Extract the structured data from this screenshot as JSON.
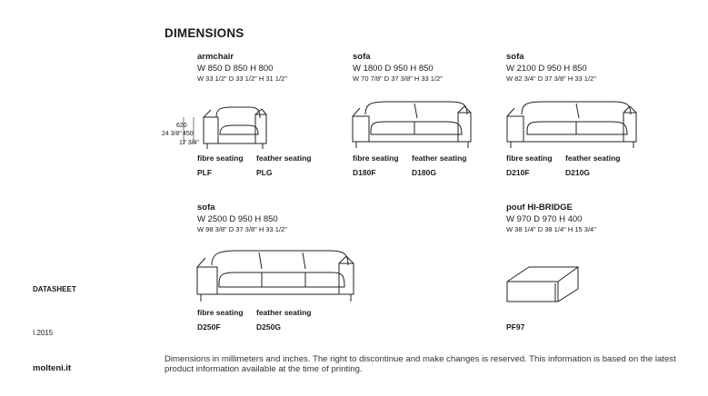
{
  "page_title": "DIMENSIONS",
  "sidebar": {
    "datasheet": "DATASHEET",
    "date": "I.2015",
    "brand": "molteni.it"
  },
  "labels": {
    "fibre": "fibre seating",
    "feather": "feather seating"
  },
  "products": {
    "armchair": {
      "name": "armchair",
      "mm": "W 850 D 850 H 800",
      "inch": "W 33 1/2\" D 33 1/2\" H 31 1/2\"",
      "code_fibre": "PLF",
      "code_feather": "PLG",
      "dims": {
        "h_back": "620",
        "h_back_in": "24 3/8\"",
        "h_seat": "450",
        "h_seat_in": "17 3/4\""
      }
    },
    "sofa1800": {
      "name": "sofa",
      "mm": "W 1800 D 950 H 850",
      "inch": "W 70 7/8\" D 37 3/8\" H 33 1/2\"",
      "code_fibre": "D180F",
      "code_feather": "D180G"
    },
    "sofa2100": {
      "name": "sofa",
      "mm": "W 2100 D 950 H 850",
      "inch": "W 82 3/4\" D 37 3/8\" H 33 1/2\"",
      "code_fibre": "D210F",
      "code_feather": "D210G"
    },
    "sofa2500": {
      "name": "sofa",
      "mm": "W 2500 D 950 H 850",
      "inch": "W 98 3/8\" D 37 3/8\" H 33 1/2\"",
      "code_fibre": "D250F",
      "code_feather": "D250G"
    },
    "pouf": {
      "name": "pouf HI-BRIDGE",
      "mm": "W 970 D 970 H 400",
      "inch": "W 38 1/4\" D 38 1/4\" H 15 3/4\"",
      "code": "PF97"
    }
  },
  "footnote": "Dimensions in millimeters and inches. The right to discontinue and make changes is reserved. This information is based on the latest product information available at the time of printing."
}
